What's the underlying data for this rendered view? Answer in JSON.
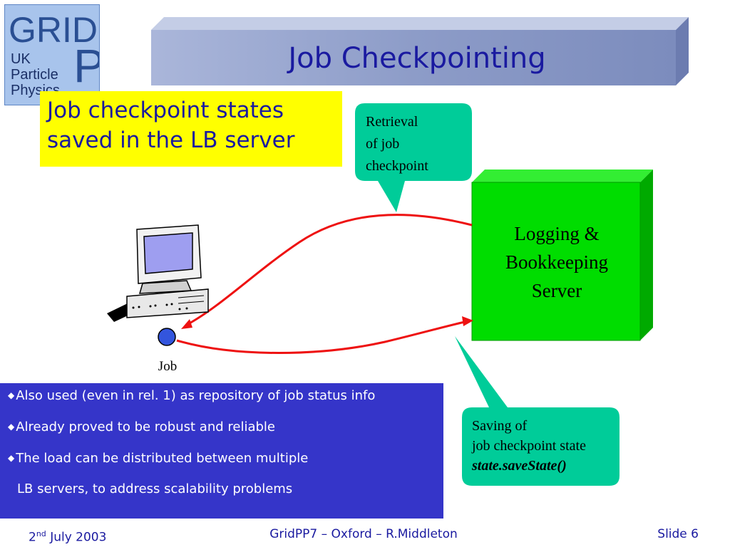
{
  "logo": {
    "line1": "GRID",
    "line2": "UK",
    "line3": "Particle",
    "line4": "Physics",
    "line5": "P"
  },
  "title": "Job Checkpointing",
  "note": {
    "line1": "Job checkpoint states",
    "line2": "saved in the LB server"
  },
  "callouts": {
    "retrieval": {
      "line1": "Retrieval",
      "line2": "of job",
      "line3": "checkpoint"
    },
    "saving": {
      "line1": "Saving of",
      "line2": "job checkpoint state",
      "line3": "state.saveState()"
    }
  },
  "server": {
    "line1": "Logging &",
    "line2": "Bookkeeping",
    "line3": "Server"
  },
  "job": {
    "label": "Job"
  },
  "bullets": {
    "item1": "Also used (even in rel. 1) as repository of job status info",
    "item2": "Already proved to be robust and reliable",
    "item3_line1": "The load can be distributed between multiple",
    "item3_line2": "LB servers,  to address scalability problems"
  },
  "footer": {
    "date_day": "2",
    "date_suffix": "nd",
    "date_rest": " July 2003",
    "center": "GridPP7 – Oxford – R.Middleton",
    "slide": "Slide 6"
  },
  "colors": {
    "title_text": "#1a1aa0",
    "banner": "#8f9ec8",
    "note_bg": "#ffff00",
    "callout_bg": "#00cc99",
    "server_green": "#00dd00",
    "arrow_red": "#ee1111",
    "bullets_bg": "#3535c9"
  }
}
